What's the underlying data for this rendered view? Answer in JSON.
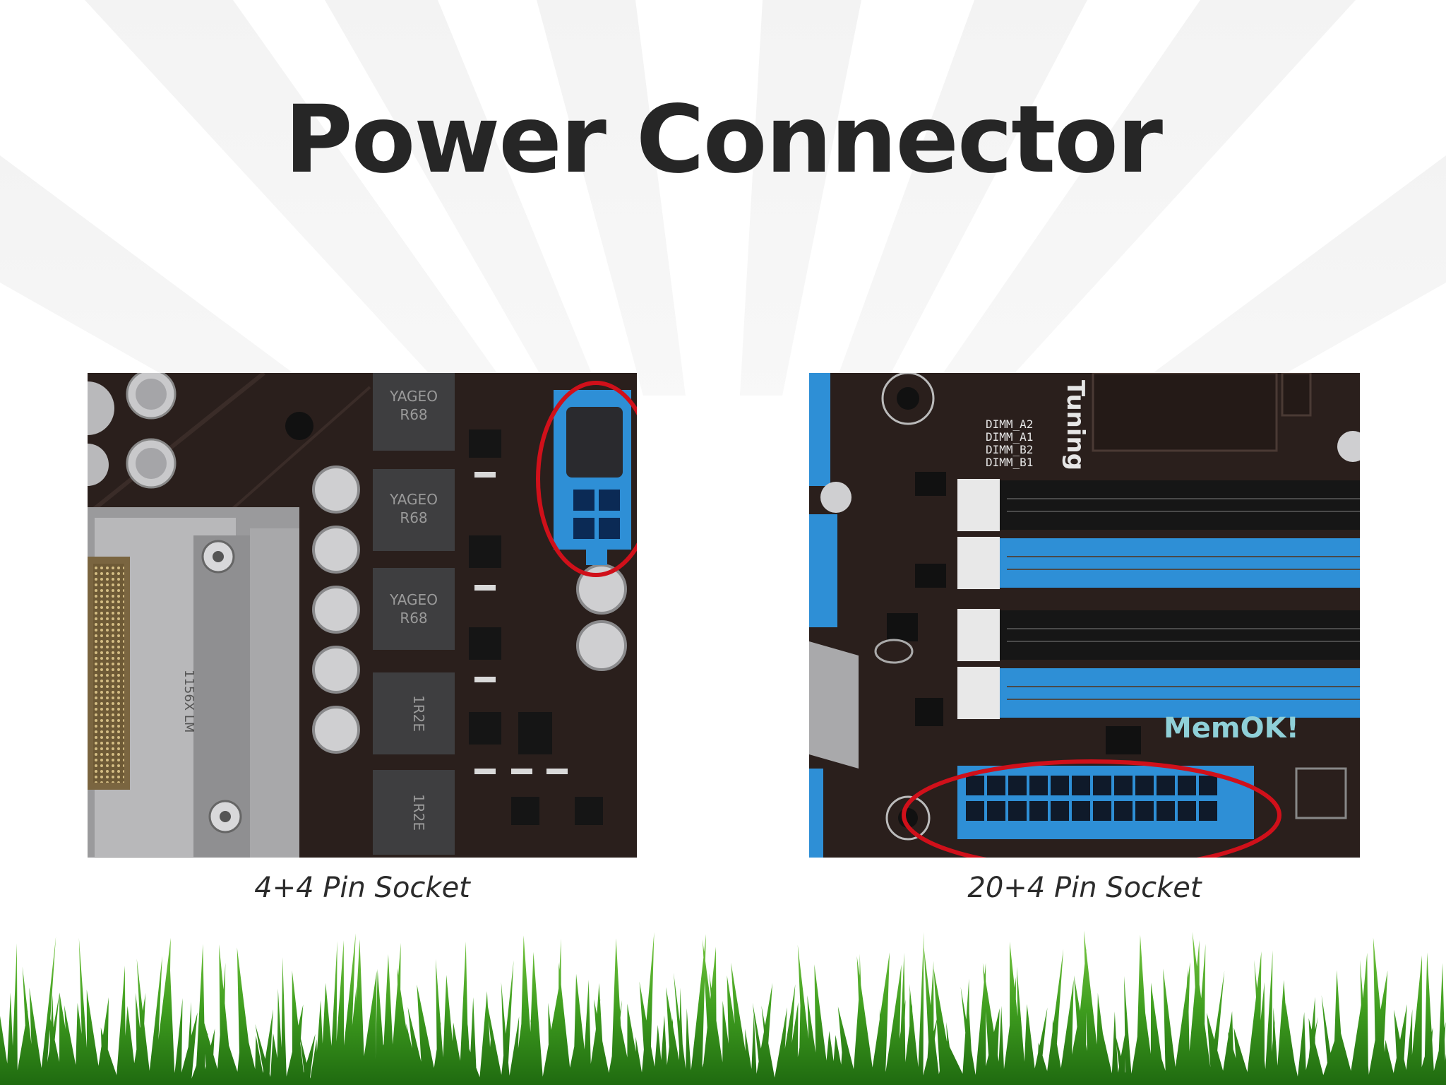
{
  "slide": {
    "title": "Power Connector"
  },
  "figures": [
    {
      "caption": "4+4 Pin Socket",
      "component_labels": [
        "YAGEO",
        "R68",
        "YAGEO",
        "R68",
        "YAGEO",
        "R68",
        "1R2E",
        "1R2E",
        "1156X LM"
      ]
    },
    {
      "caption": "20+4 Pin Socket",
      "board_labels": [
        "DIMM_A2",
        "DIMM_A1",
        "DIMM_B2",
        "DIMM_B1",
        "Tuning",
        "MemOK!"
      ]
    }
  ],
  "colors": {
    "title": "#262626",
    "pcb": "#2a1f1c",
    "connector_blue": "#2e8fd6",
    "highlight_ring": "#d0101a",
    "grass": "#3f9e1f"
  }
}
